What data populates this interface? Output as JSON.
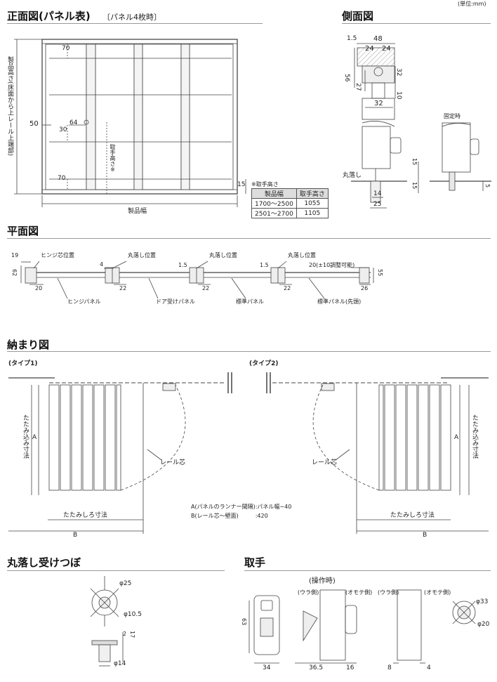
{
  "unit_label": "(単位:mm)",
  "sections": {
    "front": {
      "title": "正面図(パネル表)",
      "subtitle": "〔パネル4枚時〕"
    },
    "side": {
      "title": "側面図"
    },
    "plan": {
      "title": "平面図"
    },
    "fit": {
      "title": "納まり図"
    },
    "socket": {
      "title": "丸落し受けつぼ"
    },
    "handle": {
      "title": "取手"
    }
  },
  "front": {
    "dim_70_top": "70",
    "dim_50": "50",
    "dim_64": "64",
    "dim_30": "30",
    "dim_70_bottom": "70",
    "dim_15": "15",
    "height_label": "製品高さ(床面から上レール上端部)",
    "handle_height_label": "取手高さ※",
    "width_label": "製品幅",
    "note": "※取手高さ",
    "table": {
      "headers": [
        "製品幅",
        "取手高さ"
      ],
      "rows": [
        [
          "1700〜2500",
          "1055"
        ],
        [
          "2501〜2700",
          "1105"
        ]
      ]
    }
  },
  "side": {
    "d1_5": "1.5",
    "d48": "48",
    "d24a": "24",
    "d24b": "24",
    "d56": "56",
    "d27": "27",
    "d32v": "32",
    "d10": "10",
    "d32h": "32",
    "fixed_label": "固定時",
    "marugoshi": "丸落し",
    "d15": "15",
    "d15b": "15",
    "d14": "14",
    "d25": "25",
    "d5": "5"
  },
  "plan": {
    "labels_top": [
      "ヒンジ芯位置",
      "丸落し位置",
      "丸落し位置",
      "丸落し位置"
    ],
    "adjust": "20(±10調整可能)",
    "d19": "19",
    "d62": "62",
    "d20": "20",
    "d4": "4",
    "d22a": "22",
    "d1_5a": "1.5",
    "d22b": "22",
    "d1_5b": "1.5",
    "d22c": "22",
    "d55": "55",
    "d26": "26",
    "labels_bottom": [
      "ヒンジパネル",
      "ドア受けパネル",
      "標準パネル",
      "標準パネル(先頭)"
    ]
  },
  "fit": {
    "type1": "(タイプ1)",
    "type2": "(タイプ2)",
    "fold_dim": "たたみ込み寸法",
    "a": "A",
    "rail_center": "レール芯",
    "fold_margin": "たたみしろ寸法",
    "b": "B",
    "note_a": "A(パネルのランナー間隔):パネル幅−40",
    "note_b": "B(レール芯〜壁面)　　　:420"
  },
  "socket": {
    "d25": "φ25",
    "d10_5": "φ10.5",
    "d2": "2",
    "d17": "17",
    "d14": "φ14"
  },
  "handle": {
    "operating": "(操作時)",
    "back_side": "(ウラ側)",
    "front_side": "(オモテ側)",
    "back_side2": "(ウラ側)",
    "front_side2": "(オモテ側)",
    "d63": "63",
    "d34": "34",
    "d36_5": "36.5",
    "d16": "16",
    "d8": "8",
    "d4": "4",
    "d33": "φ33",
    "d20": "φ20"
  }
}
